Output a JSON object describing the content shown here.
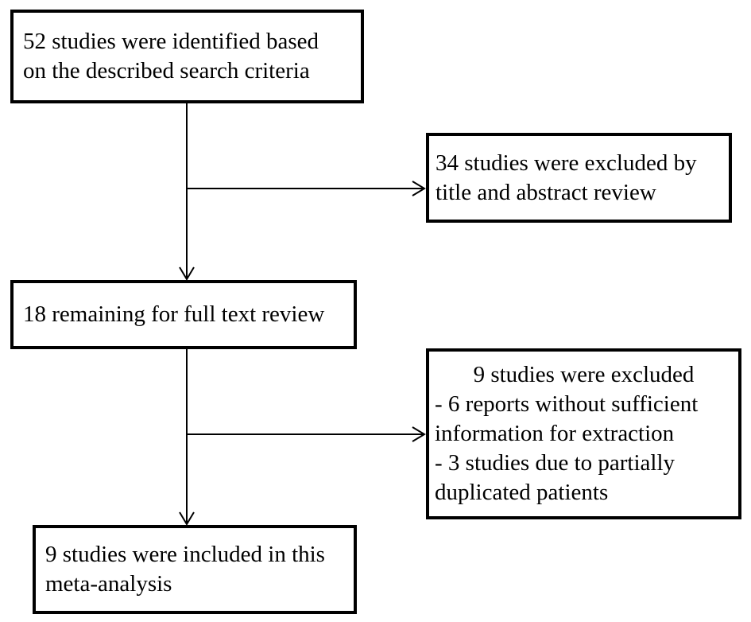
{
  "flowchart": {
    "boxes": [
      {
        "name": "studies-identified",
        "lines": [
          "52 studies were identified based",
          "on the described search criteria"
        ]
      },
      {
        "name": "excluded-title-abstract-review",
        "lines": [
          "34 studies were excluded by",
          "title and abstract review"
        ]
      },
      {
        "name": "remaining-full-text-review",
        "lines": [
          "18 remaining for full text review"
        ]
      },
      {
        "name": "excluded-after-full-text",
        "lines": [
          "9 studies were excluded",
          "- 6 reports without sufficient",
          "information for extraction",
          "- 3 studies due to partially",
          "duplicated patients"
        ]
      },
      {
        "name": "included-meta-analysis",
        "lines": [
          "9 studies were included in this",
          "meta-analysis"
        ]
      }
    ],
    "colors": {
      "box_border": "#000000",
      "box_fill": "#ffffff",
      "arrow": "#000000",
      "text": "#000000",
      "background": "#ffffff"
    }
  }
}
